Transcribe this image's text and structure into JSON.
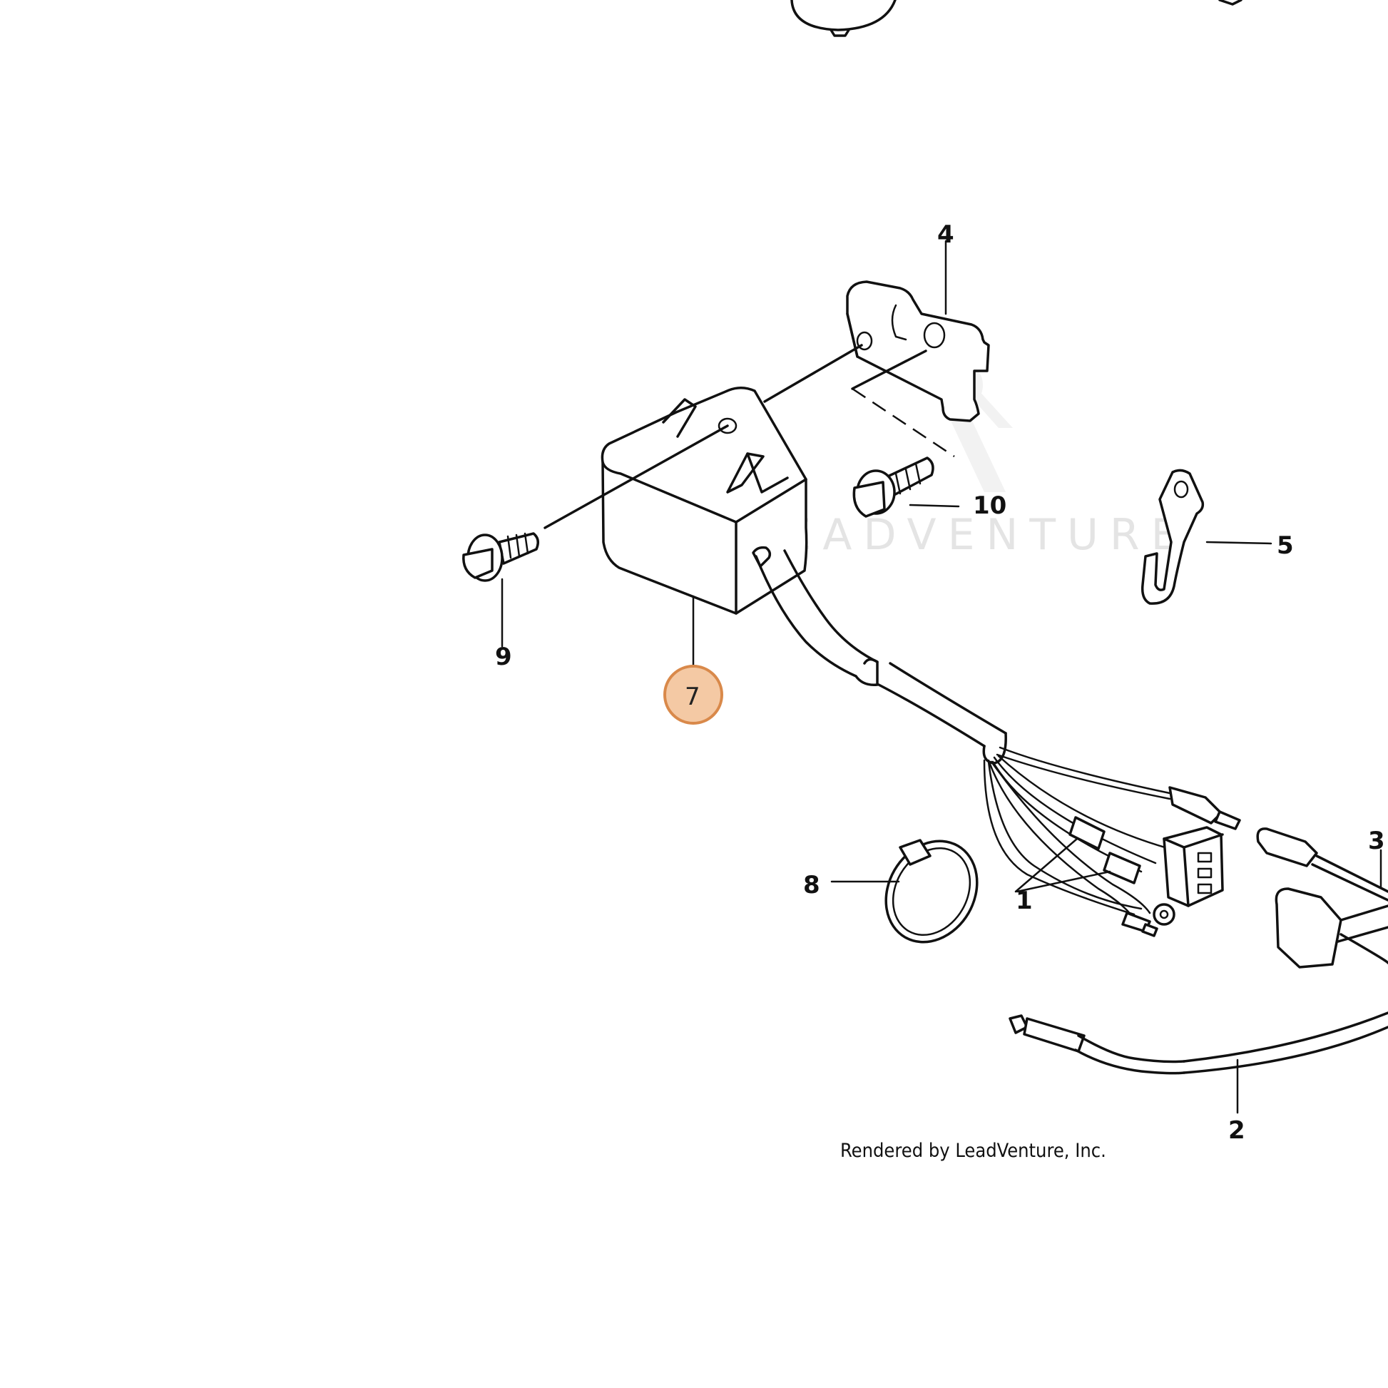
{
  "diagram": {
    "callouts": {
      "p1": "1",
      "p2": "2",
      "p3": "3",
      "p4": "4",
      "p5": "5",
      "p7": "7",
      "p8": "8",
      "p9": "9",
      "p10": "10"
    },
    "highlighted_callout": "7",
    "highlight_color": "#f4c9a4",
    "highlight_stroke": "#d9894a",
    "watermark": "LEADVENTURE",
    "credit": "Rendered by LeadVenture, Inc."
  }
}
